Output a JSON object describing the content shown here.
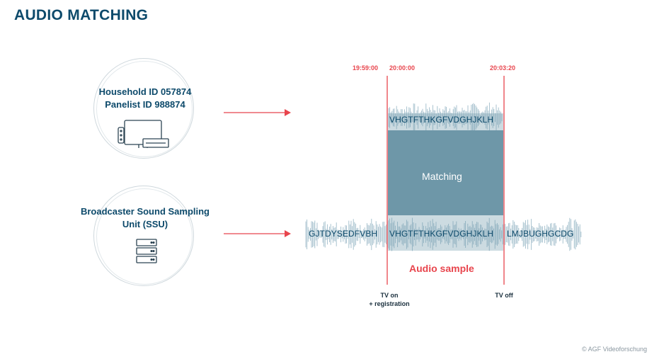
{
  "title": "AUDIO MATCHING",
  "household": {
    "line1": "Household ID 057874",
    "line2": "Panelist ID 988874",
    "icon": "tv-setup-icon"
  },
  "broadcaster": {
    "line1": "Broadcaster Sound Sampling",
    "line2": "Unit (SSU)",
    "icon": "server-icon"
  },
  "timestamps": {
    "t1": "19:59:00",
    "t2": "20:00:00",
    "t3": "20:03:20"
  },
  "sequences": {
    "household": "VHGTFTHKGFVDGHJKLH",
    "ssu_before": "GJTDYSEDFVBH",
    "ssu_match": "VHGTFTHKGFVDGHJKLH",
    "ssu_after": "LMJBUGHGCDG"
  },
  "matching_label": "Matching",
  "audio_sample_label": "Audio sample",
  "tv_on": {
    "line1": "TV on",
    "line2": "+ registration"
  },
  "tv_off": "TV off",
  "footer": "© AGF Videoforschung",
  "colors": {
    "title": "#0d4a6b",
    "accent_red": "#e8454d",
    "matching_fill": "#6e97a8",
    "wave": "#9fbcca"
  }
}
